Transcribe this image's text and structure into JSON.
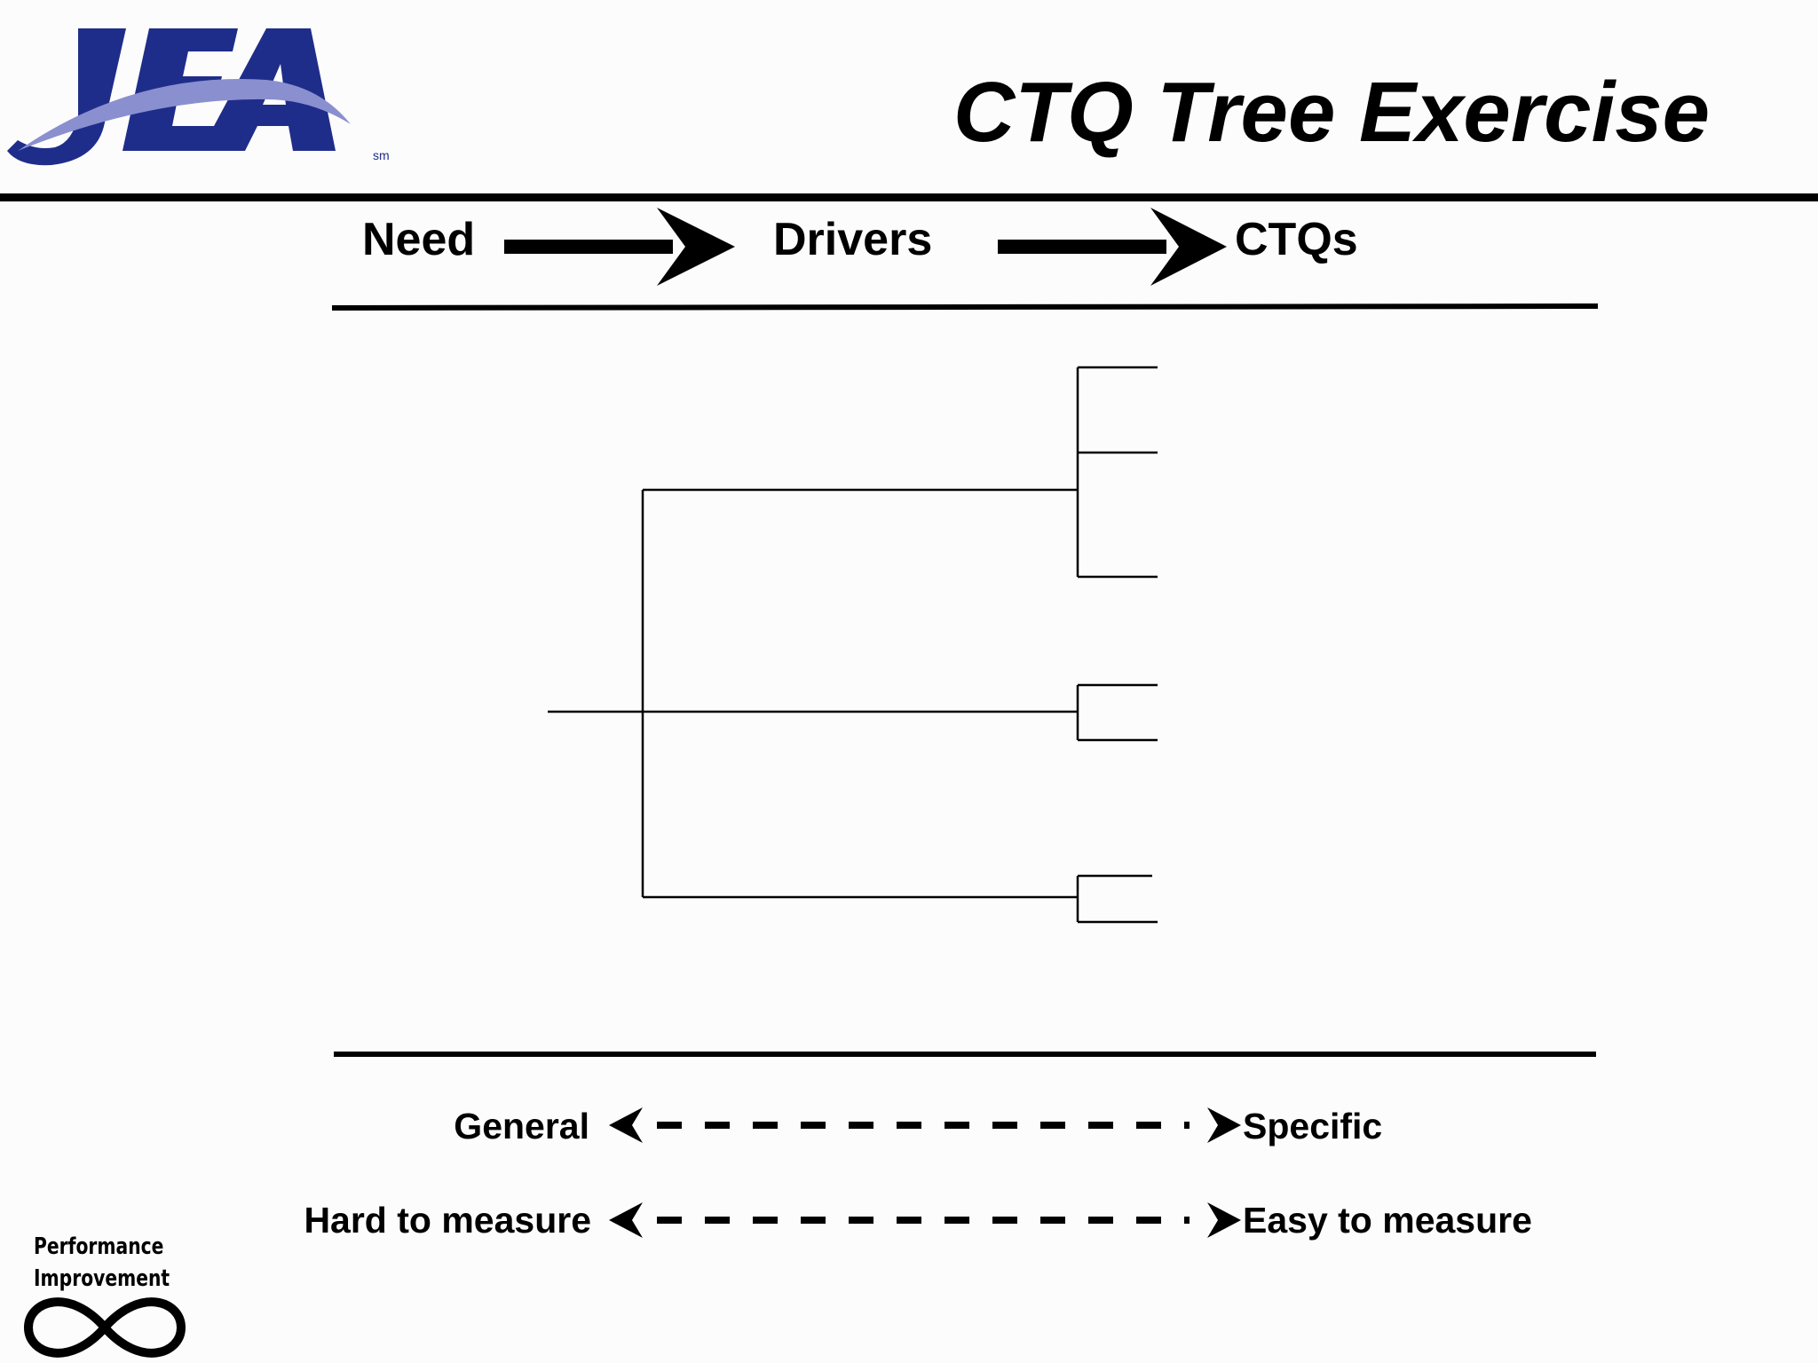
{
  "header": {
    "title": "CTQ Tree Exercise",
    "logo": {
      "text": "JEA",
      "mark": "sm",
      "brand_color": "#1f2d8a"
    }
  },
  "stages": {
    "need": "Need",
    "drivers": "Drivers",
    "ctqs": "CTQs"
  },
  "tree": {
    "root_branches": 3,
    "ctq_counts_per_driver": [
      3,
      2,
      2
    ]
  },
  "scales": [
    {
      "left": "General",
      "right": "Specific"
    },
    {
      "left": "Hard to measure",
      "right": "Easy to measure"
    }
  ],
  "footer_logo": {
    "line1": "Performance",
    "line2": "Improvement",
    "symbol": "infinity-icon"
  }
}
